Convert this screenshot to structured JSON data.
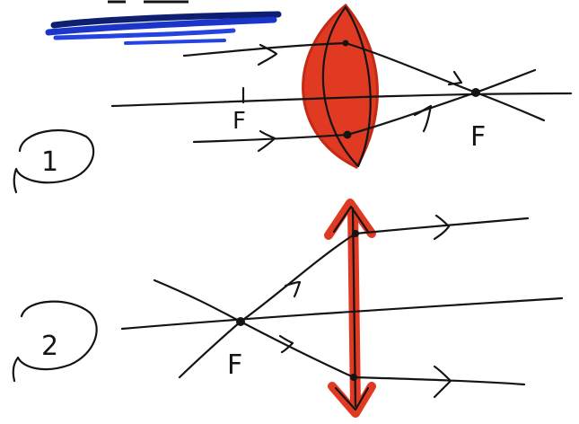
{
  "diagrams": [
    {
      "number": "1",
      "lens_type": "converging lens (drawn as red biconvex shape)",
      "focal_labels": [
        "F",
        "F"
      ]
    },
    {
      "number": "2",
      "lens_type": "converging lens (drawn as red double-arrow)",
      "focal_labels": [
        "F"
      ]
    }
  ],
  "colors": {
    "lens_fill": "#e03a22",
    "lens_stroke": "#c42a16",
    "ink": "#141414",
    "scribble": "#1b35c8",
    "scribble_dark": "#0e1e70"
  }
}
